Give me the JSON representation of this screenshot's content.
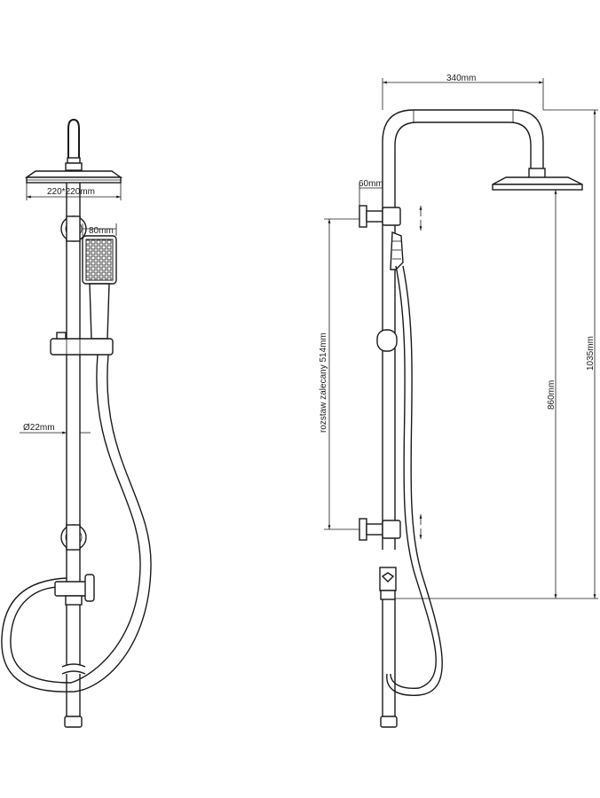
{
  "front_view": {
    "head_size": "220*220mm",
    "hand_shower_width": "80mm",
    "rail_diameter": "Ø22mm"
  },
  "side_view": {
    "arm_reach": "340mm",
    "bracket_depth": "60mm",
    "bracket_spacing": "rozstaw zalecany 514mm",
    "head_height": "860mm",
    "total_height": "1035mm"
  }
}
